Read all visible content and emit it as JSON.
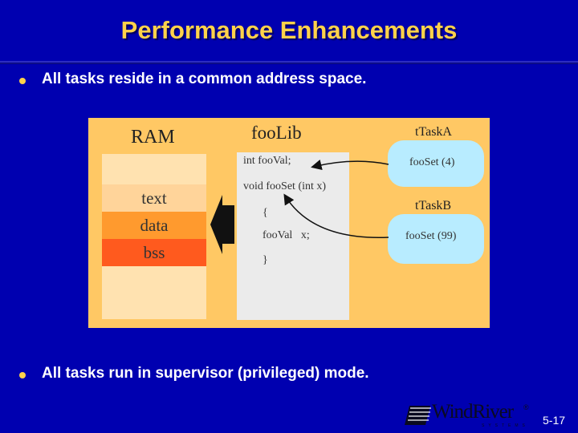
{
  "slide": {
    "title": "Performance Enhancements",
    "bullets": [
      "All tasks reside in a common address space.",
      "All tasks run in supervisor (privileged) mode."
    ],
    "page_number": "5-17"
  },
  "diagram": {
    "ram": {
      "label": "RAM",
      "segments": [
        {
          "label": "text",
          "color": "#ffd49a"
        },
        {
          "label": "data",
          "color": "#ff9a2e"
        },
        {
          "label": "bss",
          "color": "#ff5a1e"
        }
      ]
    },
    "foolib": {
      "label": "fooLib",
      "code_lines": [
        "int fooVal;",
        "void fooSet (int x)",
        "{",
        "fooVal   x;",
        "}"
      ]
    },
    "tasks": [
      {
        "label": "tTaskA",
        "call": "fooSet (4)"
      },
      {
        "label": "tTaskB",
        "call": "fooSet (99)"
      }
    ],
    "colors": {
      "background": "#0000b0",
      "title": "#ffd24a",
      "panel": "#ffc864",
      "task_box": "#b8ecff",
      "code_box": "#ebebeb"
    }
  },
  "logo": {
    "name": "WindRiver",
    "registered": "®",
    "subtitle": "SYSTEMS"
  }
}
